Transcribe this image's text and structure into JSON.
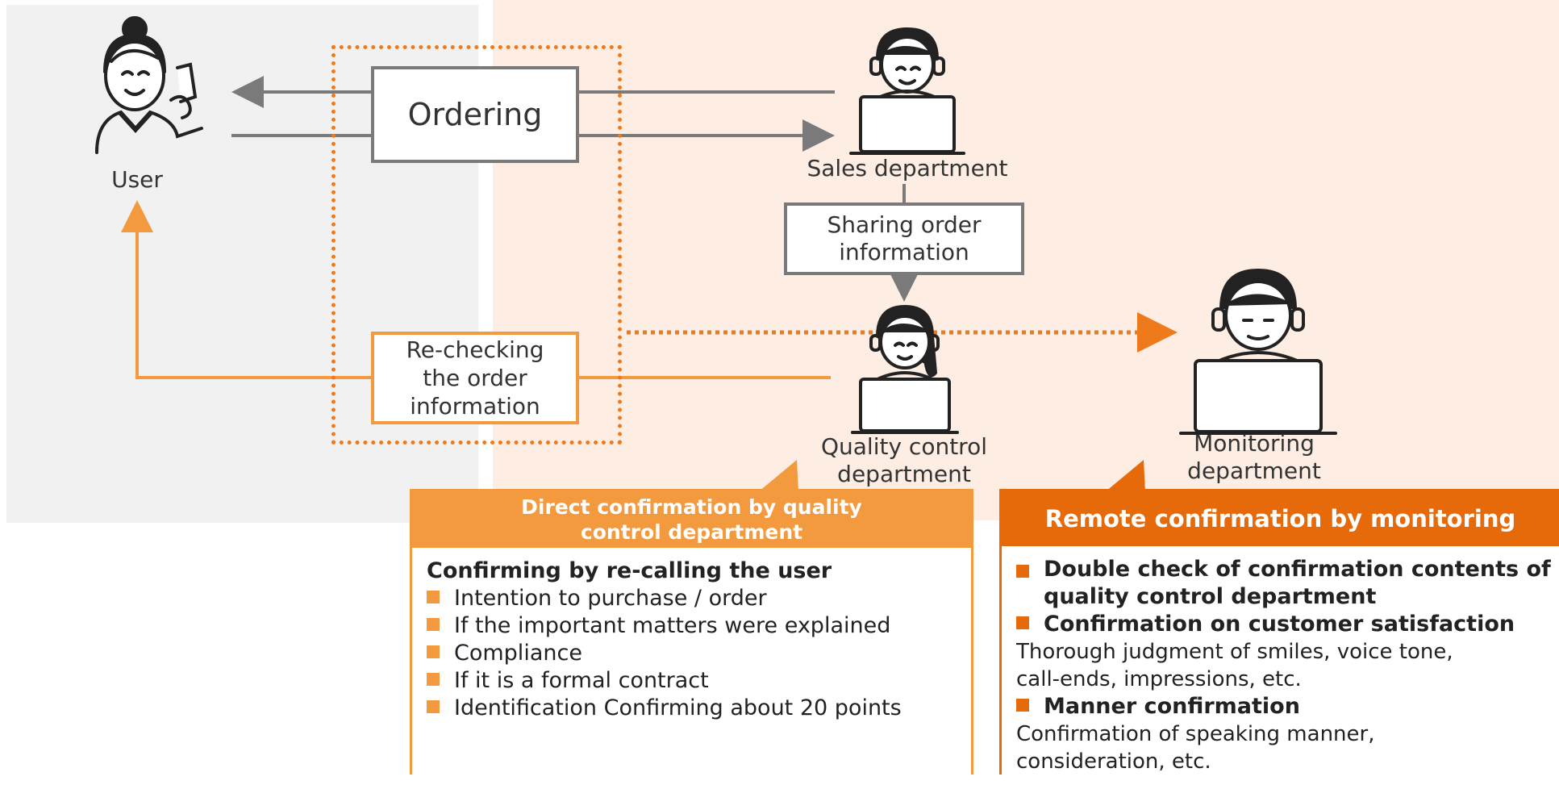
{
  "nodes": {
    "user": "User",
    "sales": "Sales department",
    "quality": "Quality control\ndepartment",
    "monitoring": "Monitoring\ndepartment"
  },
  "steps": {
    "ordering": "Ordering",
    "sharing": "Sharing order\ninformation",
    "rechecking": "Re-checking\nthe order\ninformation"
  },
  "left_panel": {
    "title": "Direct confirmation by quality\ncontrol department",
    "heading": "Confirming by re-calling the user",
    "items": [
      "Intention to purchase / order",
      "If the important matters were explained",
      "Compliance",
      "If it is a formal contract",
      "Identification Confirming about 20 points"
    ]
  },
  "right_panel": {
    "title": "Remote confirmation by monitoring",
    "items": [
      {
        "heading": "Double check of confirmation contents of\nquality control department",
        "detail": ""
      },
      {
        "heading": "Confirmation on customer satisfaction",
        "detail": "Thorough judgment of smiles, voice tone,\ncall-ends, impressions, etc."
      },
      {
        "heading": "Manner confirmation",
        "detail": "Confirmation of speaking manner,\nconsideration, etc."
      }
    ]
  },
  "colors": {
    "orange_light": "#f39a3e",
    "orange_dark": "#e66a0a",
    "gray_line": "#7a7a7a",
    "panel_bg_gray": "#f1f1f1",
    "panel_bg_peach": "#fdede3"
  },
  "icons": [
    "user-on-phone-icon",
    "sales-operator-icon",
    "quality-operator-icon",
    "monitoring-operator-icon"
  ]
}
